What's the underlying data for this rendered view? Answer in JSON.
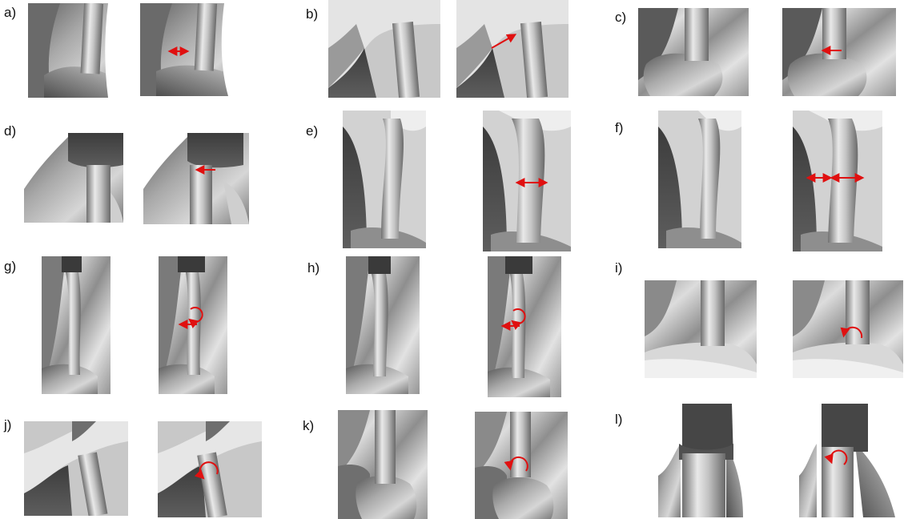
{
  "panels": [
    {
      "id": "a",
      "label": "a)",
      "annotation": "horizontal-double-arrow"
    },
    {
      "id": "b",
      "label": "b)",
      "annotation": "diagonal-arrow"
    },
    {
      "id": "c",
      "label": "c)",
      "annotation": "left-arrow"
    },
    {
      "id": "d",
      "label": "d)",
      "annotation": "left-arrow"
    },
    {
      "id": "e",
      "label": "e)",
      "annotation": "width-double-arrow"
    },
    {
      "id": "f",
      "label": "f)",
      "annotation": "two-double-arrows"
    },
    {
      "id": "g",
      "label": "g)",
      "annotation": "rotate-with-left-arrow"
    },
    {
      "id": "h",
      "label": "h)",
      "annotation": "rotate-with-left-arrow"
    },
    {
      "id": "i",
      "label": "i)",
      "annotation": "curved-rotate-arrow"
    },
    {
      "id": "j",
      "label": "j)",
      "annotation": "curved-rotate-arrow"
    },
    {
      "id": "k",
      "label": "k)",
      "annotation": "curved-rotate-arrow"
    },
    {
      "id": "l",
      "label": "l)",
      "annotation": "curved-rotate-arrow"
    }
  ],
  "colors": {
    "arrow": "#e01010",
    "tube": "#b9b9b9",
    "tissue": "#8c8c8c",
    "background": "#ffffff"
  }
}
